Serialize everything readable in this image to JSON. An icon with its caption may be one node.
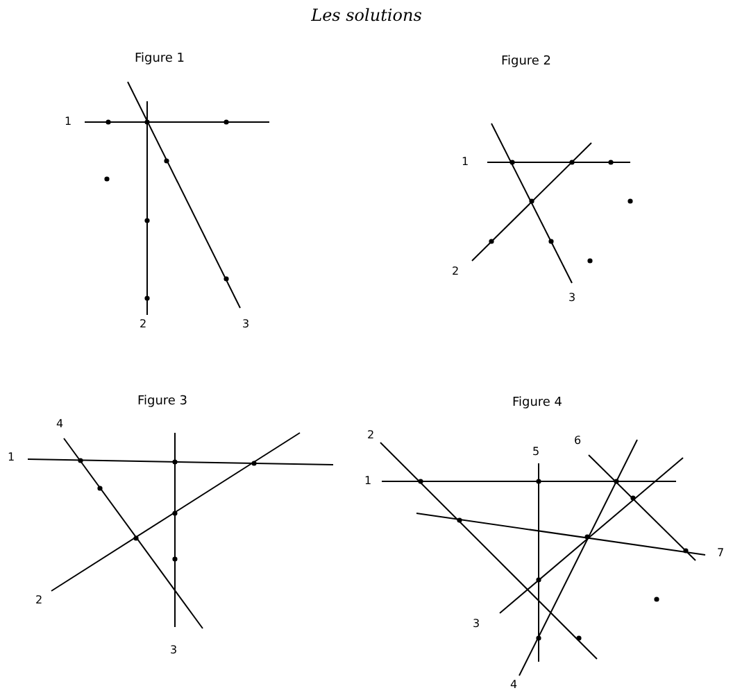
{
  "diagram": {
    "title": "Les solutions",
    "labels": [
      "Figure 1",
      "1",
      "2",
      "3",
      "Figure 2",
      "1",
      "2",
      "3",
      "Figure 3",
      "4",
      "1",
      "2",
      "3",
      "Figure 4",
      "2",
      "5",
      "6",
      "1",
      "7",
      "3",
      "4"
    ]
  }
}
